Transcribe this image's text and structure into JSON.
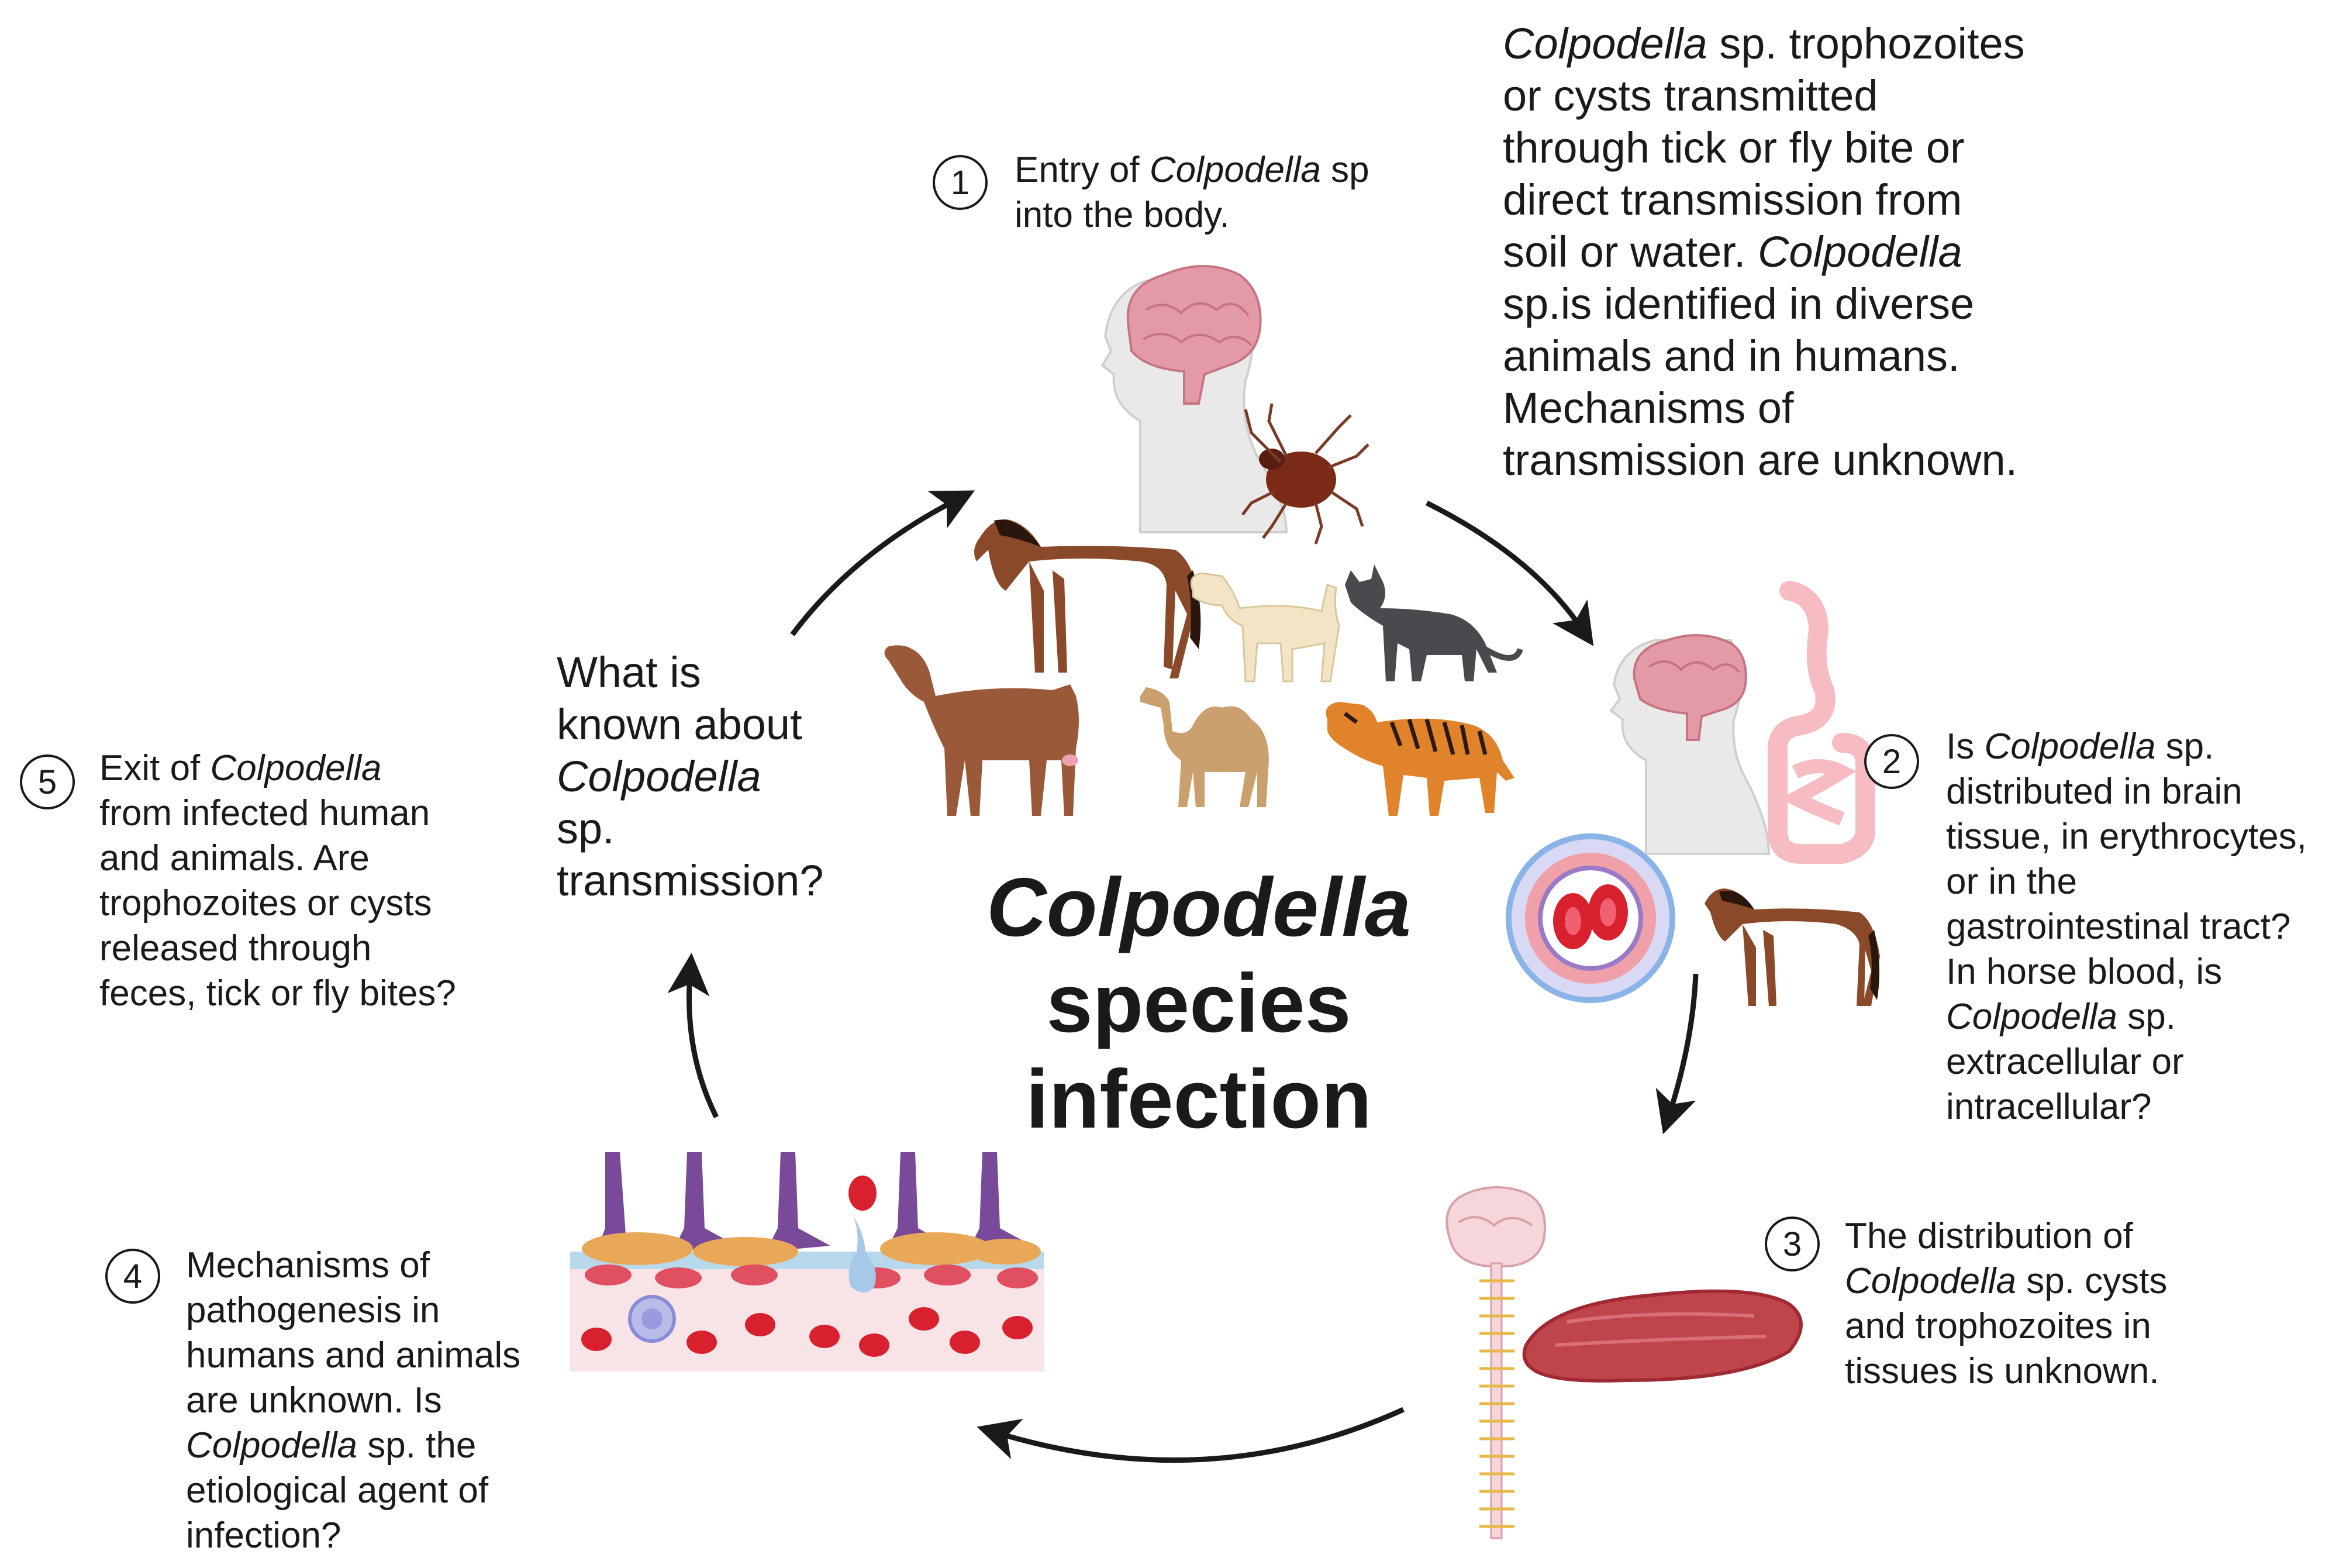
{
  "title": {
    "line1": "Colpodella",
    "line2": "species",
    "line3": "infection"
  },
  "center_question": {
    "l1": "What is",
    "l2": "known about",
    "l3": "Colpodella",
    "l4": "sp.",
    "l5": "transmission?"
  },
  "transmission_note": {
    "a1": "Colpodella",
    "a2": " sp. trophozoites",
    "b": "or cysts transmitted",
    "c": "through tick or fly bite or",
    "d": "direct transmission from",
    "e1": "soil or water. ",
    "e2": "Colpodella",
    "f": "sp.is identified in diverse",
    "g": "animals and in humans.",
    "h": "Mechanisms of",
    "k": "transmission are unknown."
  },
  "steps": [
    {
      "number": "1",
      "parts": {
        "a1": "Entry of ",
        "a2": "Colpodella",
        "a3": " sp",
        "b": "into the body."
      }
    },
    {
      "number": "2",
      "parts": {
        "a1": "Is ",
        "a2": "Colpodella",
        "a3": " sp.",
        "b": "distributed in brain",
        "c": "tissue, in erythrocytes,",
        "d": "or in the",
        "e": "gastrointestinal tract?",
        "f": "In horse blood, is",
        "g1": "Colpodella",
        "g2": " sp.",
        "h": "extracellular or",
        "k": "intracellular?"
      }
    },
    {
      "number": "3",
      "parts": {
        "a": "The distribution of",
        "b1": "Colpodella",
        "b2": " sp. cysts",
        "c": "and trophozoites in",
        "d": "tissues is unknown."
      }
    },
    {
      "number": "4",
      "parts": {
        "a": "Mechanisms of",
        "b": "pathogenesis in",
        "c": "humans and animals",
        "d": "are unknown. Is",
        "e1": "Colpodella",
        "e2": " sp. the",
        "f": "etiological agent of",
        "g": "infection?"
      }
    },
    {
      "number": "5",
      "parts": {
        "a1": "Exit of ",
        "a2": "Colpodella",
        "b": "from infected human",
        "c": "and animals. Are",
        "d": "trophozoites or cysts",
        "e": "released through",
        "f": "feces, tick or fly bites?"
      }
    }
  ],
  "illustrations": {
    "host_icons": [
      "human-head-brain-icon",
      "tick-icon",
      "horse-icon",
      "dog-icon",
      "cat-icon",
      "goat-icon",
      "camel-icon",
      "tiger-icon"
    ],
    "distribution_icons": [
      "human-head-brain-icon",
      "intestine-icon",
      "blood-vessel-erythrocyte-icon",
      "horse-icon"
    ],
    "tissue_icons": [
      "brain-spinal-cord-icon",
      "muscle-tissue-icon"
    ],
    "pathogenesis_icon": "intestinal-epithelium-icon"
  },
  "colors": {
    "text": "#1a1a1a",
    "arrow": "#1a1a1a",
    "brain": "#e49aa6",
    "skin": "#e9e9e9",
    "horse": "#8a4a2a",
    "muscle": "#c0454a",
    "erythrocyte": "#d8202e",
    "epithelium": "#8a5aa6"
  }
}
